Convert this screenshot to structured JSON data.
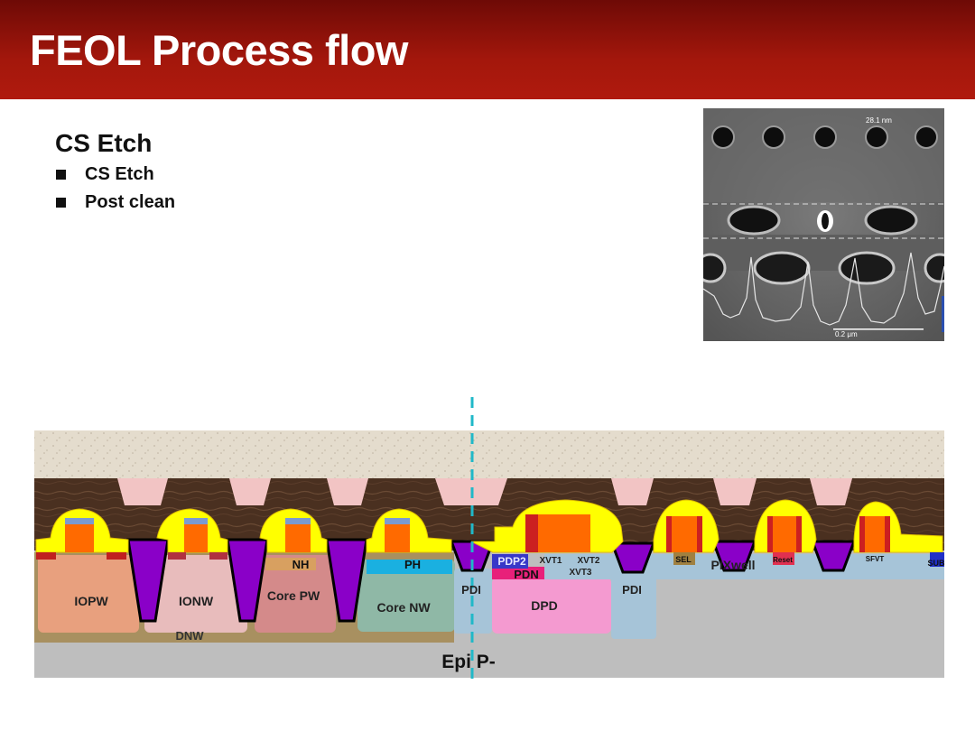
{
  "header": {
    "title": "FEOL Process flow"
  },
  "section": {
    "title": "CS Etch",
    "bullets": [
      "CS Etch",
      "Post clean"
    ]
  },
  "sem_image": {
    "scale_top": "28.1 nm",
    "scale_bottom": "0.2 μm"
  },
  "diagram": {
    "wells": {
      "iopw": "IOPW",
      "ionw": "IONW",
      "core_pw": "Core PW",
      "core_nw": "Core NW",
      "dnw": "DNW",
      "nh": "NH",
      "ph": "PH"
    },
    "pixel": {
      "pdi_left": "PDI",
      "pdi_right": "PDI",
      "pdp2": "PDP2",
      "pdn": "PDN",
      "dpd": "DPD",
      "xvt1": "XVT1",
      "xvt2": "XVT2",
      "xvt3": "XVT3",
      "sel": "SEL",
      "reset": "Reset",
      "sfvt": "SFVT",
      "sub": "SUB",
      "pixwell": "PIXwell",
      "epi": "Epi P-"
    }
  },
  "colors": {
    "header_dark": "#6e0a06",
    "header_light": "#b01a0e",
    "sti": "#8a00c8",
    "spacer": "#ffff00",
    "gate": "#ff6a00",
    "ild": "#e6ded0",
    "contact": "#f2c4c4",
    "resist": "#4a3222",
    "substrate": "#bebebe"
  }
}
